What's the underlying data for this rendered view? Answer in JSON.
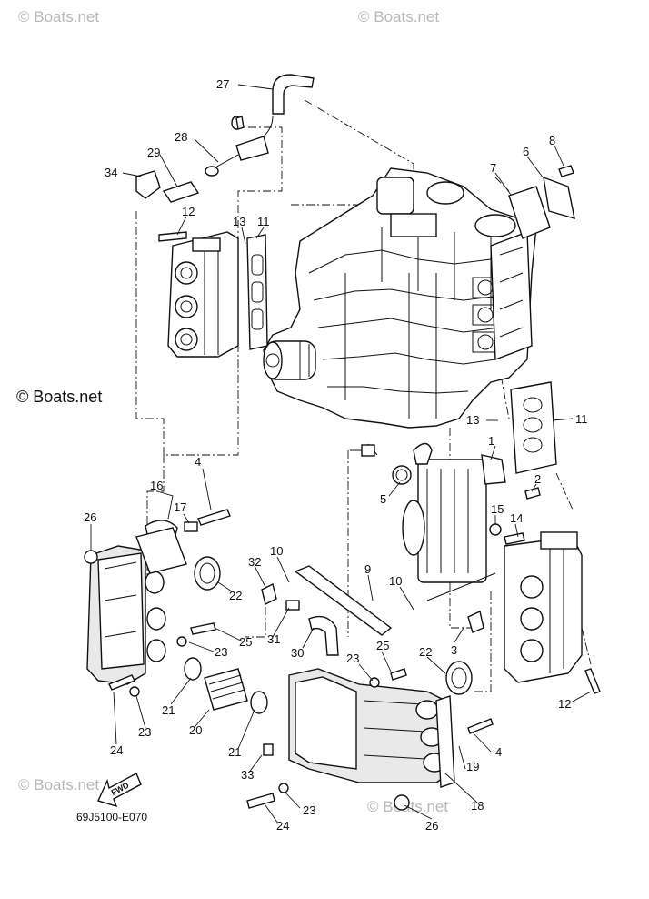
{
  "watermarks": {
    "top_left": "© Boats.net",
    "top_right": "© Boats.net",
    "side": "© Boats.net",
    "bottom_left": "© Boats.net",
    "bottom_right": "© Boats.net"
  },
  "diagram_code": "69J5100-E070",
  "fwd_label": "FWD",
  "callouts": {
    "c27": "27",
    "c28": "28",
    "c29": "29",
    "c34": "34",
    "c12a": "12",
    "c13a": "13",
    "c11a": "11",
    "c7": "7",
    "c6": "6",
    "c8": "8",
    "c13b": "13",
    "c11b": "11",
    "c1": "1",
    "c2": "2",
    "c5": "5",
    "c15": "15",
    "c14": "14",
    "c4a": "4",
    "c16": "16",
    "c17": "17",
    "c26a": "26",
    "c22a": "22",
    "c32": "32",
    "c10a": "10",
    "c9": "9",
    "c10b": "10",
    "c3": "3",
    "c31": "31",
    "c30": "30",
    "c23a": "23",
    "c25a": "25",
    "c21a": "21",
    "c20": "20",
    "c23b": "23",
    "c24a": "24",
    "c21b": "21",
    "c33": "33",
    "c23c": "23",
    "c24b": "24",
    "c23d": "23",
    "c25b": "25",
    "c22b": "22",
    "c12b": "12",
    "c4b": "4",
    "c19": "19",
    "c18": "18",
    "c26b": "26"
  }
}
